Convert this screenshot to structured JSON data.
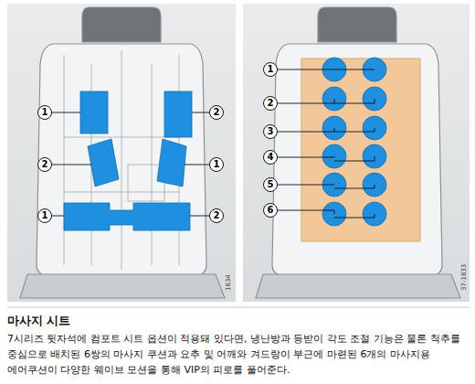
{
  "diagram": {
    "title": "마사지 시트",
    "caption": "7시리즈 뒷자석에 컴포트 시트 옵션이 적용돼 있다면, 냉난방과 등받이 각도 조절 기능은 물론 척추를 중심으로 배치된 6쌍의 마사지 쿠션과 요추 및 어깨와 겨드랑이 부근에 마련된 6개의 마사지용 에어쿠션이 다양한 웨이브 모션을 통해 VIP의 피로를 풀어준다.",
    "labels": [
      "1",
      "2",
      "2",
      "1",
      "1",
      "2",
      "1834",
      "1",
      "2",
      "3",
      "4",
      "5",
      "6",
      "37-1833"
    ]
  }
}
